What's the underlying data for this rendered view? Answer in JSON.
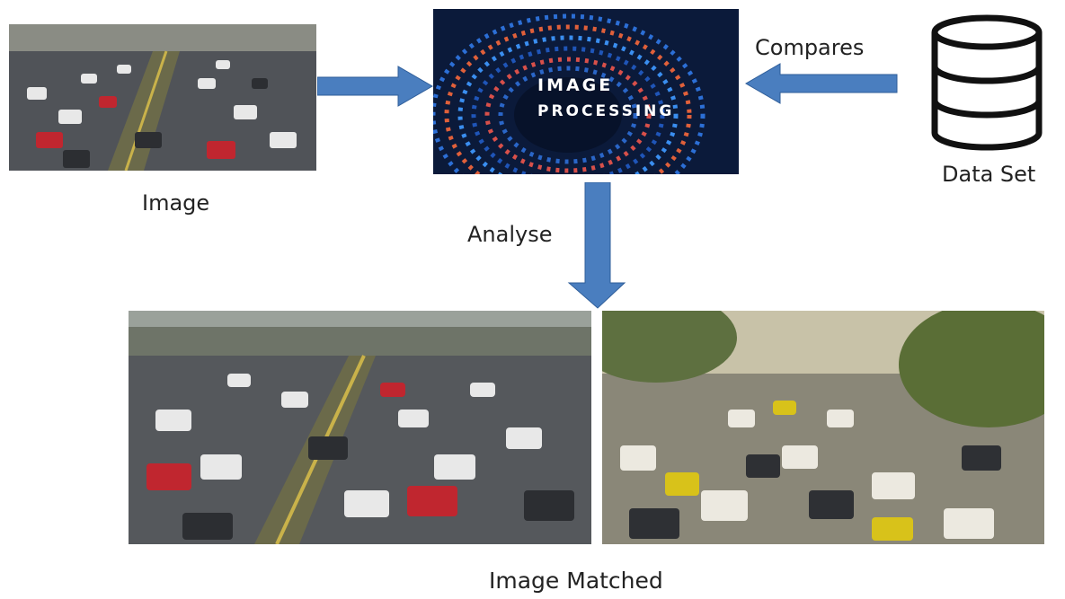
{
  "title": "",
  "nodes": {
    "input_image": {
      "label": "Image"
    },
    "processing": {
      "line1": "IMAGE",
      "line2": "PROCESSING"
    },
    "dataset": {
      "label": "Data Set"
    },
    "matched": {
      "label": "Image Matched"
    }
  },
  "edges": {
    "compares": {
      "label": "Compares"
    },
    "analyse": {
      "label": "Analyse"
    },
    "image_to_processing": {
      "label": ""
    }
  },
  "colors": {
    "arrow": "#4a7ebf",
    "processing_bg": "#0b1a3a",
    "road": "#4a4d52",
    "sky": "#c8c2a8"
  },
  "icons": {
    "dataset": "database-icon"
  }
}
